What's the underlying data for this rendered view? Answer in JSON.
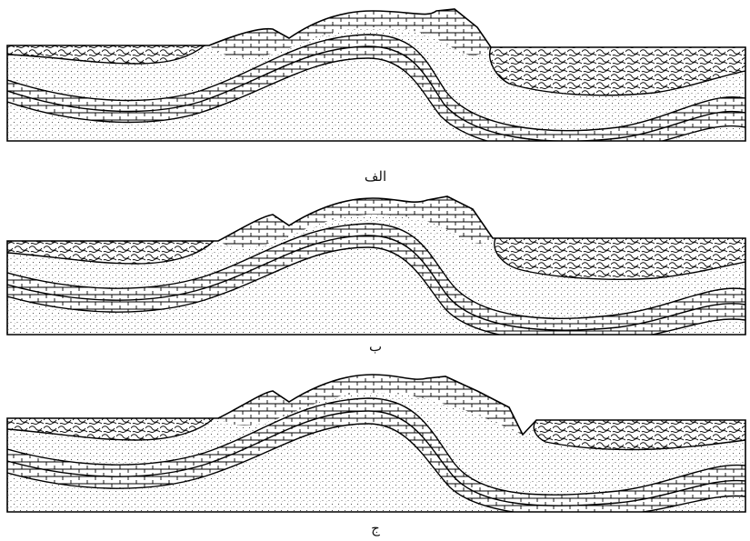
{
  "figure": {
    "panels": [
      {
        "id": "a",
        "label": "الف"
      },
      {
        "id": "b",
        "label": "ب"
      },
      {
        "id": "c",
        "label": "ج"
      }
    ]
  }
}
